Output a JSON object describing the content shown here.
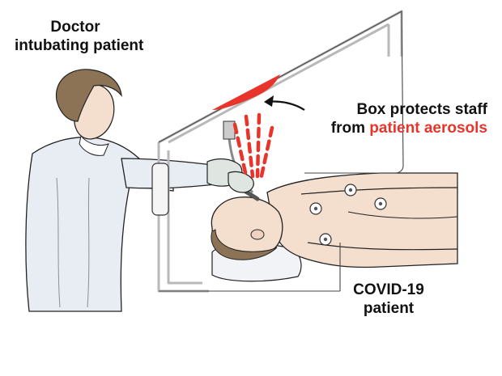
{
  "labels": {
    "doctor_line1": "Doctor",
    "doctor_line2": "intubating patient",
    "box_line1": "Box protects staff",
    "box_line2_prefix": "from ",
    "box_line2_highlight": "patient aerosols",
    "patient_line1": "COVID-19",
    "patient_line2": "patient"
  },
  "colors": {
    "highlight": "#e8352b",
    "text": "#111111",
    "outline": "#1a1a1a",
    "box_frame": "#b9b9b9",
    "skin": "#f4dfcf",
    "coat": "#e8ecf3",
    "hair": "#8c7355"
  }
}
